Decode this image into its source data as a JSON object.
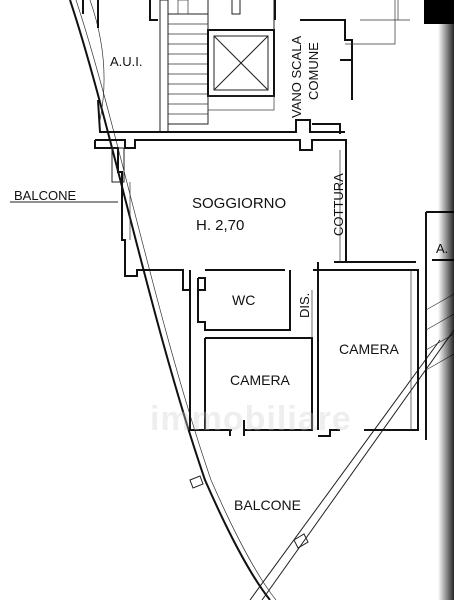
{
  "plan": {
    "labels": {
      "aui": "A.U.I.",
      "vano_scala_line1": "VANO SCALA",
      "vano_scala_line2": "COMUNE",
      "balcone_left": "BALCONE",
      "soggiorno": "SOGGIORNO",
      "soggiorno_height": "H. 2,70",
      "cottura": "COTTURA",
      "a_right": "A.",
      "wc": "WC",
      "dis": "DIS.",
      "camera_right": "CAMERA",
      "camera_left": "CAMERA",
      "balcone_bottom": "BALCONE"
    },
    "watermark": "immobiliare"
  }
}
